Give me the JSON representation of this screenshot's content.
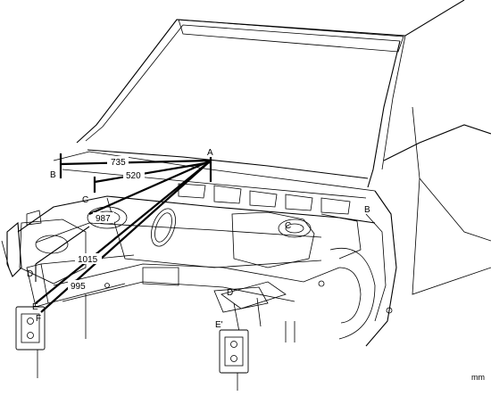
{
  "labels": {
    "a": "A",
    "b_left": "B",
    "b_right": "B",
    "c_left": "C",
    "c_right": "C",
    "d_left": "D",
    "d_right": "D'",
    "e_left": "E",
    "e_right": "E'",
    "f": "F"
  },
  "dimensions": {
    "d735": "735",
    "d520": "520",
    "d987": "987",
    "d1015": "1015",
    "d995": "995"
  },
  "unit": "mm"
}
